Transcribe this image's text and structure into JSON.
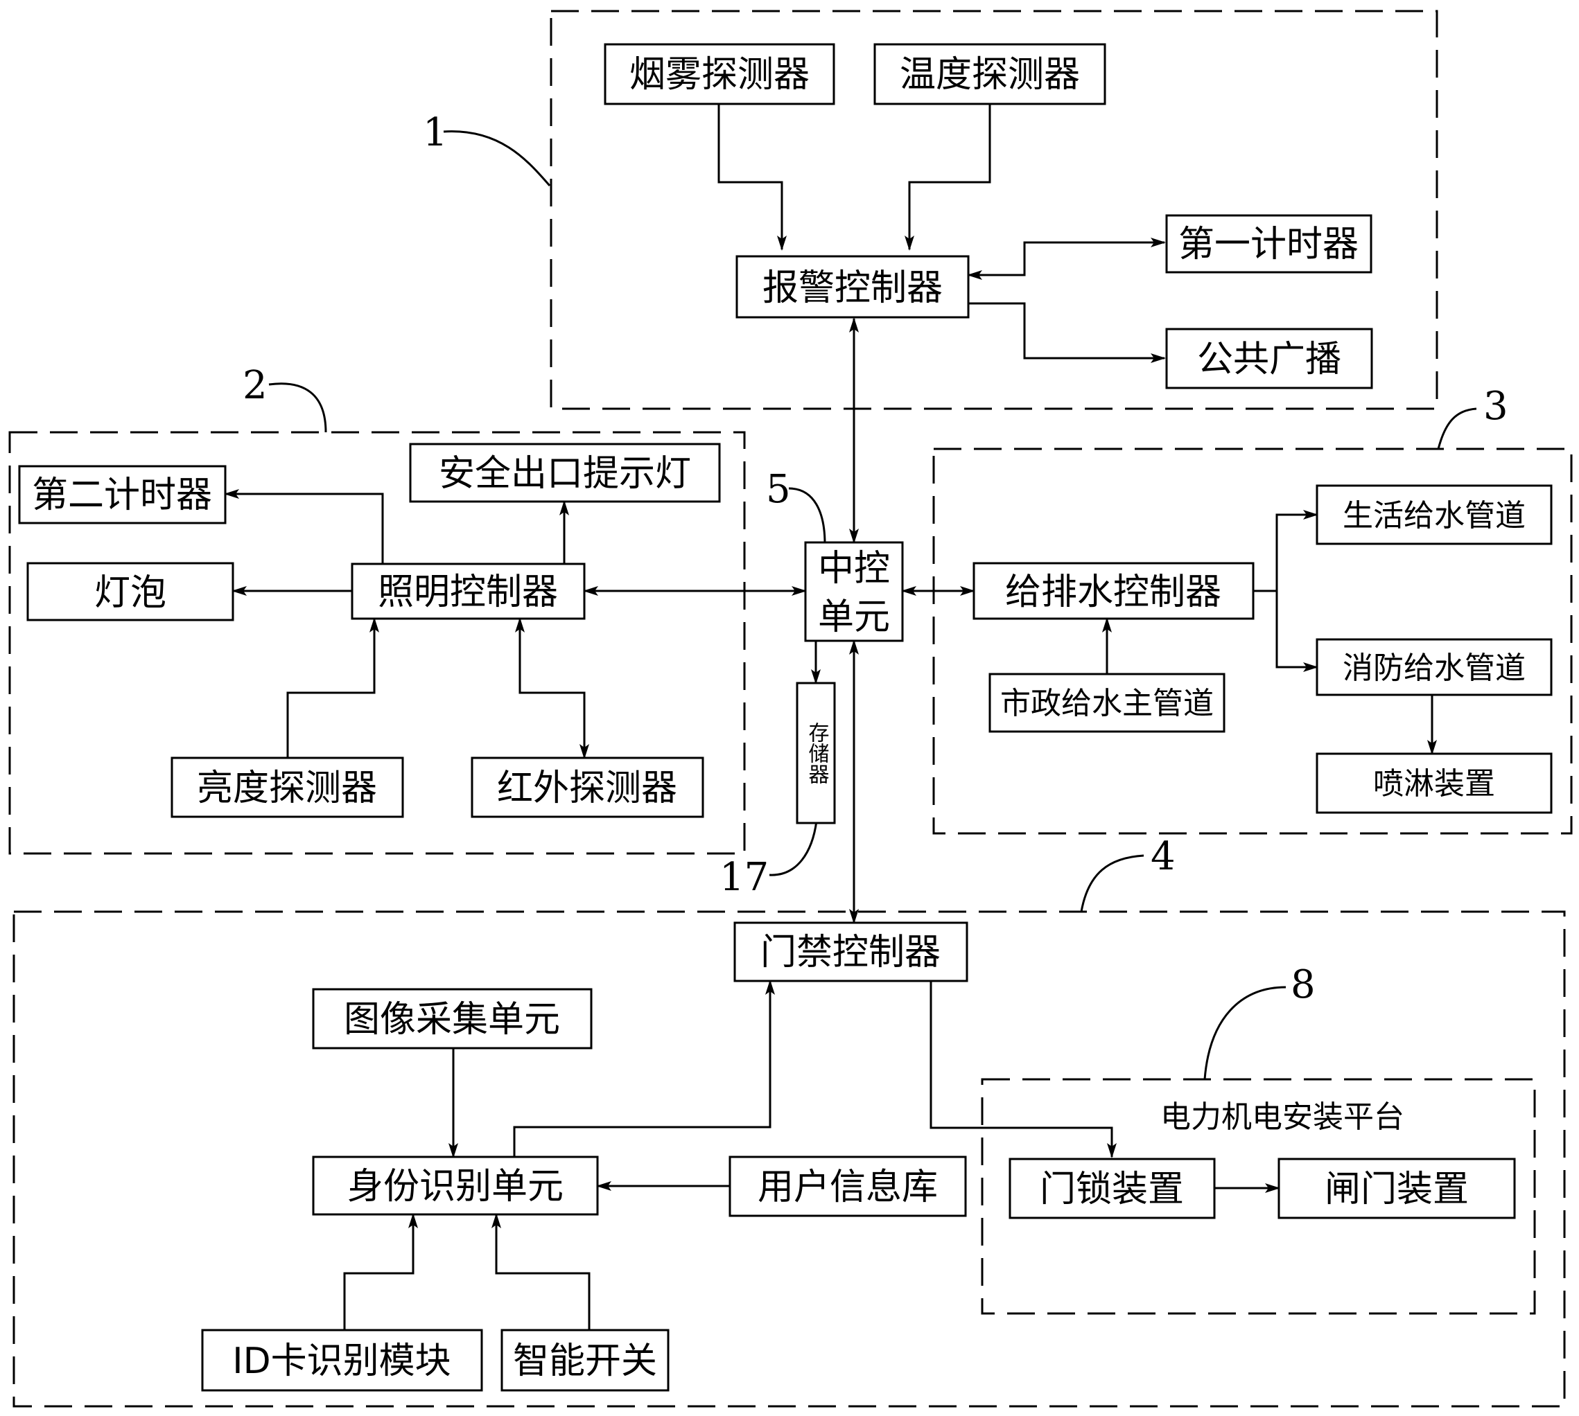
{
  "groups": {
    "g1": "1",
    "g2": "2",
    "g3": "3",
    "g4": "4",
    "g8": "8",
    "n5": "5",
    "n17": "17"
  },
  "fire": {
    "smoke": "烟雾探测器",
    "temp": "温度探测器",
    "alarm": "报警控制器",
    "timer1": "第一计时器",
    "broadcast": "公共广播"
  },
  "lighting": {
    "timer2": "第二计时器",
    "exit": "安全出口提示灯",
    "bulb": "灯泡",
    "controller": "照明控制器",
    "brightness": "亮度探测器",
    "infrared": "红外探测器"
  },
  "central": {
    "line1": "中控",
    "line2": "单元",
    "storage": "存储器"
  },
  "water": {
    "controller": "给排水控制器",
    "domestic": "生活给水管道",
    "fire_pipe": "消防给水管道",
    "municipal": "市政给水主管道",
    "sprinkler": "喷淋装置"
  },
  "access": {
    "controller": "门禁控制器",
    "image": "图像采集单元",
    "identity": "身份识别单元",
    "userdb": "用户信息库",
    "idcard": "ID卡识别模块",
    "switch": "智能开关",
    "platform": "电力机电安装平台",
    "lock": "门锁装置",
    "gate": "闸门装置"
  }
}
